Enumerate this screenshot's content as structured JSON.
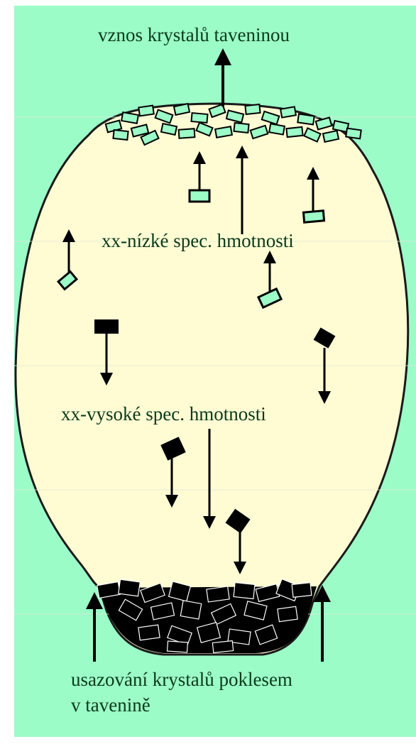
{
  "diagram": {
    "labels": {
      "top": "vznos krystalů taveninou",
      "light_crystals": "xx-nízké spec. hmotnosti",
      "heavy_crystals": "xx-vysoké spec. hmotnosti",
      "bottom_line1": "usazování krystalů poklesem",
      "bottom_line2": "v tavenině"
    },
    "colors": {
      "background": "#9cfcc8",
      "melt": "#fffcd4",
      "outline": "#1a1a1a",
      "light_crystal_fill": "#9cfcc8",
      "heavy_crystal_fill": "#000000",
      "label_text": "#0b3a1a"
    }
  }
}
